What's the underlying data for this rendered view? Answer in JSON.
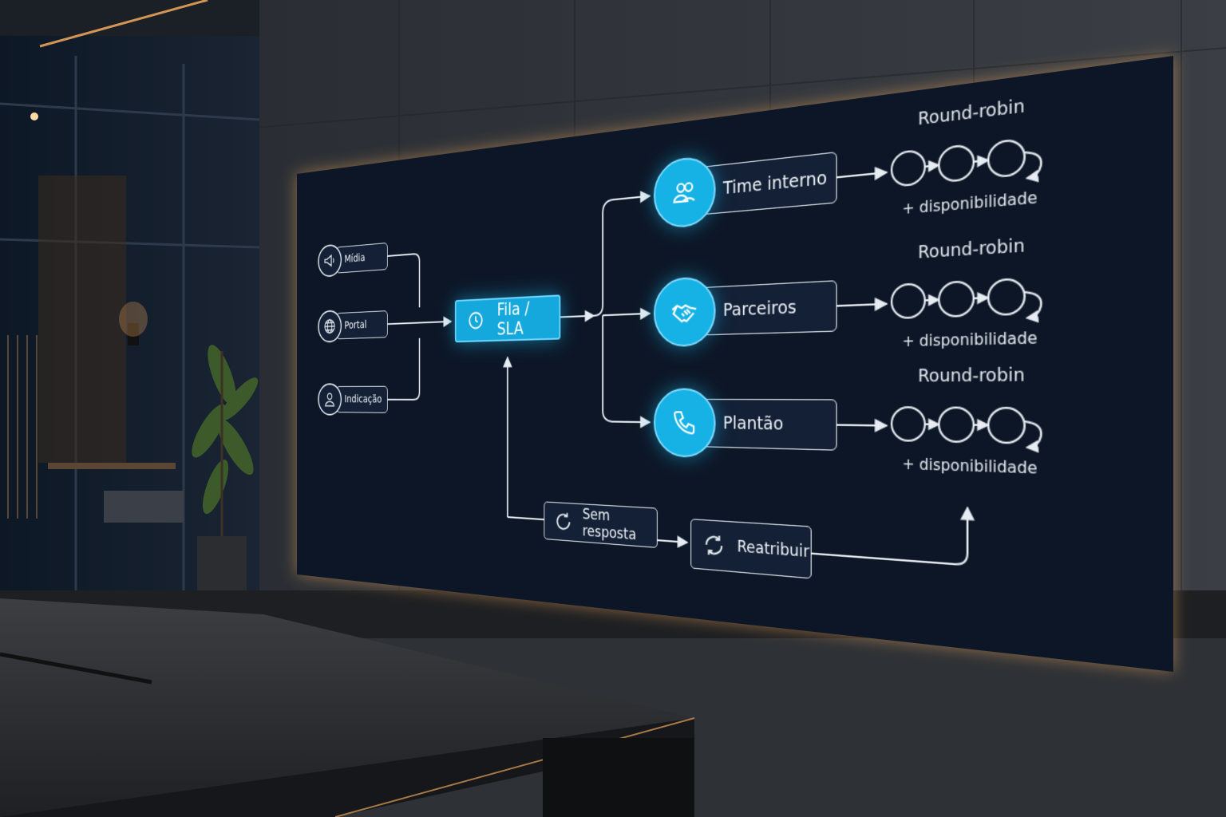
{
  "sources": [
    {
      "label": "Mídia",
      "icon": "megaphone-icon"
    },
    {
      "label": "Portal",
      "icon": "globe-icon"
    },
    {
      "label": "Indicação",
      "icon": "person-icon"
    }
  ],
  "queue": {
    "label": "Fila / SLA",
    "icon": "clock-icon"
  },
  "teams": [
    {
      "label": "Time interno",
      "icon": "people-icon",
      "rule": "Round-robin",
      "note": "+ disponibilidade"
    },
    {
      "label": "Parceiros",
      "icon": "handshake-icon",
      "rule": "Round-robin",
      "note": "+ disponibilidade"
    },
    {
      "label": "Plantão",
      "icon": "phone-icon",
      "rule": "Round-robin",
      "note": "+ disponibilidade"
    }
  ],
  "fallback": {
    "no_response": {
      "label": "Sem resposta",
      "icon": "refresh-icon"
    },
    "reassign": {
      "label": "Reatribuir",
      "icon": "cycle-icon"
    }
  },
  "colors": {
    "board": "#0f1b2e",
    "accent": "#14a8dc",
    "line": "#e6ecf2",
    "glow": "#e8a35a"
  }
}
